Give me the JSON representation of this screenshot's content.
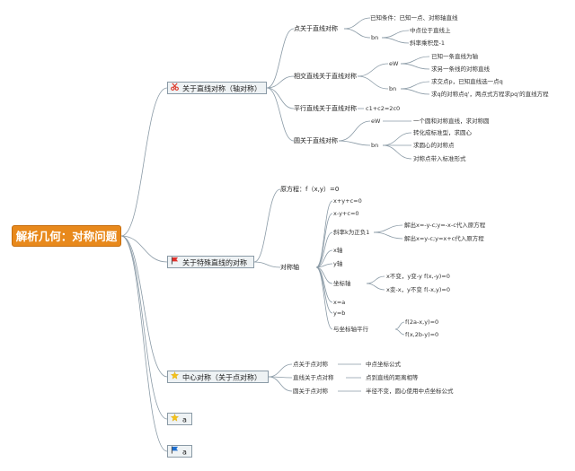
{
  "root": {
    "title": "解析几何：对称问题"
  },
  "branch1": {
    "label": "关于直线对称（轴对称）",
    "icon": "scissors-icon",
    "point_line": {
      "label": "点关于直线对称",
      "known": "已知条件：已知一点、对称轴直线",
      "bn": "bn",
      "c1": "中点位于直线上",
      "c2": "斜率乘积是-1"
    },
    "intersect": {
      "label": "相交直线关于直线对称",
      "ew": "eW",
      "e1": "已知一条直线为轴",
      "e2": "求另一条线的对称直线",
      "bn": "bn",
      "b1": "求交点p，已知直线选一点q",
      "b2": "求q的对称点q'，两点式方程求pq'的直线方程"
    },
    "parallel": {
      "label": "平行直线关于直线对称",
      "formula": "c1+c2=2c0"
    },
    "circle": {
      "label": "圆关于直线对称",
      "ew": "eW",
      "e1": "一个圆和对称直线，求对称圆",
      "bn": "bn",
      "b1": "转化成标准型，求圆心",
      "b2": "求圆心的对称点",
      "b3": "对称点带入标准形式"
    }
  },
  "branch2": {
    "label": "关于特殊直线的对称",
    "icon": "red-flag-icon",
    "eq": "原方程：f（x,y）=0",
    "axis": "对称轴",
    "x1": "x+y+c=0",
    "x2": "x-y+c=0",
    "slope": "斜率k为正负1",
    "s1": "解出x=-y-c;y=-x-c代入原方程",
    "s2": "解出x=y-c;y=x+c代入原方程",
    "xaxis": "x轴",
    "yaxis": "y轴",
    "coord": "坐标轴",
    "c1": "x不变，y变-y f(x,-y)=0",
    "c2": "x变-x，y不变 f(-x,y)=0",
    "xa": "x=a",
    "yb": "y=b",
    "par": "与坐标轴平行",
    "p1": "f(2a-x,y)=0",
    "p2": "f(x,2b-y)=0"
  },
  "branch3": {
    "label": "中心对称（关于点对称）",
    "icon": "yellow-star-icon",
    "r1l": "点关于点对称",
    "r1r": "中点坐标公式",
    "r2l": "直线关于点对称",
    "r2r": "点到直线的距离相等",
    "r3l": "圆关于点对称",
    "r3r": "半径不变，圆心使用中点坐标公式"
  },
  "branch4": {
    "label": "a",
    "icon": "yellow-star-icon"
  },
  "branch5": {
    "label": "a",
    "icon": "blue-flag-icon"
  },
  "colors": {
    "root": "#e8891c",
    "line": "#8a9aa6"
  }
}
